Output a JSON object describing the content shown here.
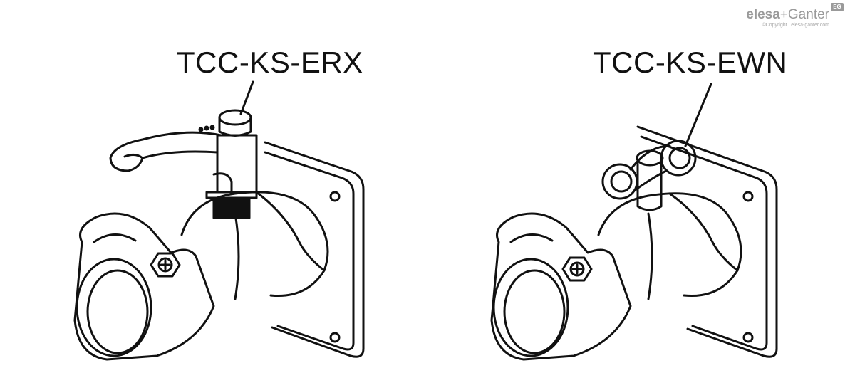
{
  "labels": {
    "left": "TCC-KS-ERX",
    "right": "TCC-KS-EWN"
  },
  "brand": {
    "name_a": "elesa",
    "name_b": "+Ganter",
    "badge": "EG",
    "copyright": "©Copyright | elesa-ganter.com"
  },
  "colors": {
    "line": "#111111",
    "background": "#ffffff",
    "brand_gray": "#9a9a9a"
  }
}
